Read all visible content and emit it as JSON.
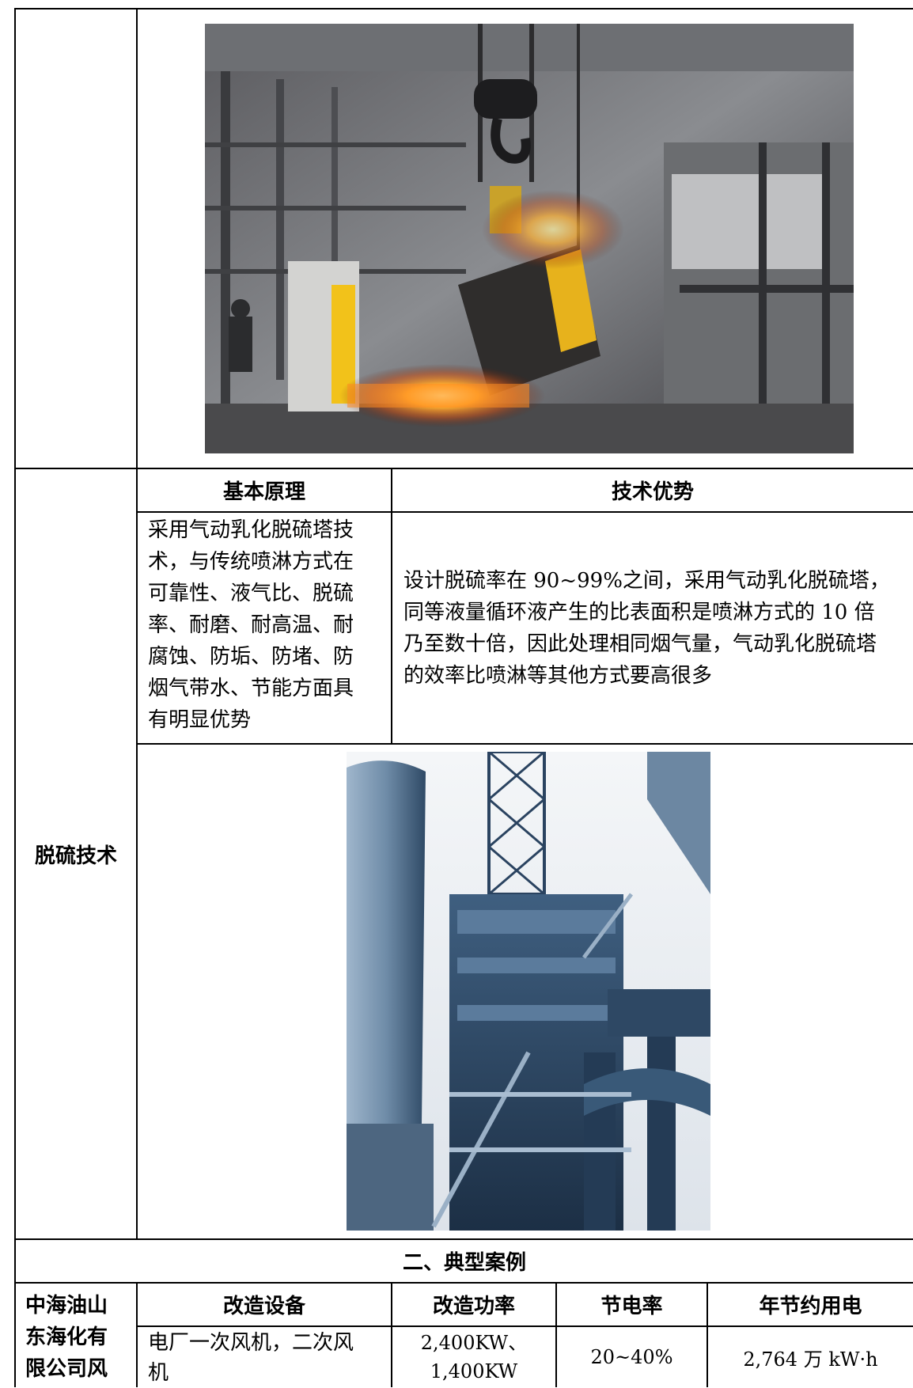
{
  "desulfurization": {
    "row_label": "脱硫技术",
    "principle_header": "基本原理",
    "advantage_header": "技术优势",
    "principle_lines": [
      "采用气动乳化脱硫塔技",
      "术，与传统喷淋方式在",
      "可靠性、液气比、脱硫",
      "率、耐磨、耐高温、耐",
      "腐蚀、防垢、防堵、防",
      "烟气带水、节能方面具",
      "有明显优势"
    ],
    "advantage_lines": [
      "设计脱硫率在 90~99%之间，采用气动乳化脱硫塔，",
      "同等液量循环液产生的比表面积是喷淋方式的 10 倍",
      "乃至数十倍，因此处理相同烟气量，气动乳化脱硫塔",
      "的效率比喷淋等其他方式要高很多"
    ]
  },
  "cases": {
    "section_title": "二、典型案例",
    "company_lines": [
      "中海油山",
      "东海化有",
      "限公司风"
    ],
    "headers": {
      "equipment": "改造设备",
      "power": "改造功率",
      "saving_rate": "节电率",
      "annual_saving": "年节约用电"
    },
    "row1": {
      "equipment_lines": [
        "电厂一次风机，二次风",
        "机"
      ],
      "power_lines": [
        "2,400KW、",
        "1,400KW"
      ],
      "saving_rate": "20~40%",
      "annual_saving": "2,764 万 kW·h"
    }
  },
  "images": {
    "steel_plant": "steel-mill-ladle-pouring-photo",
    "desulfurization_tower": "desulfurization-tower-photo"
  }
}
